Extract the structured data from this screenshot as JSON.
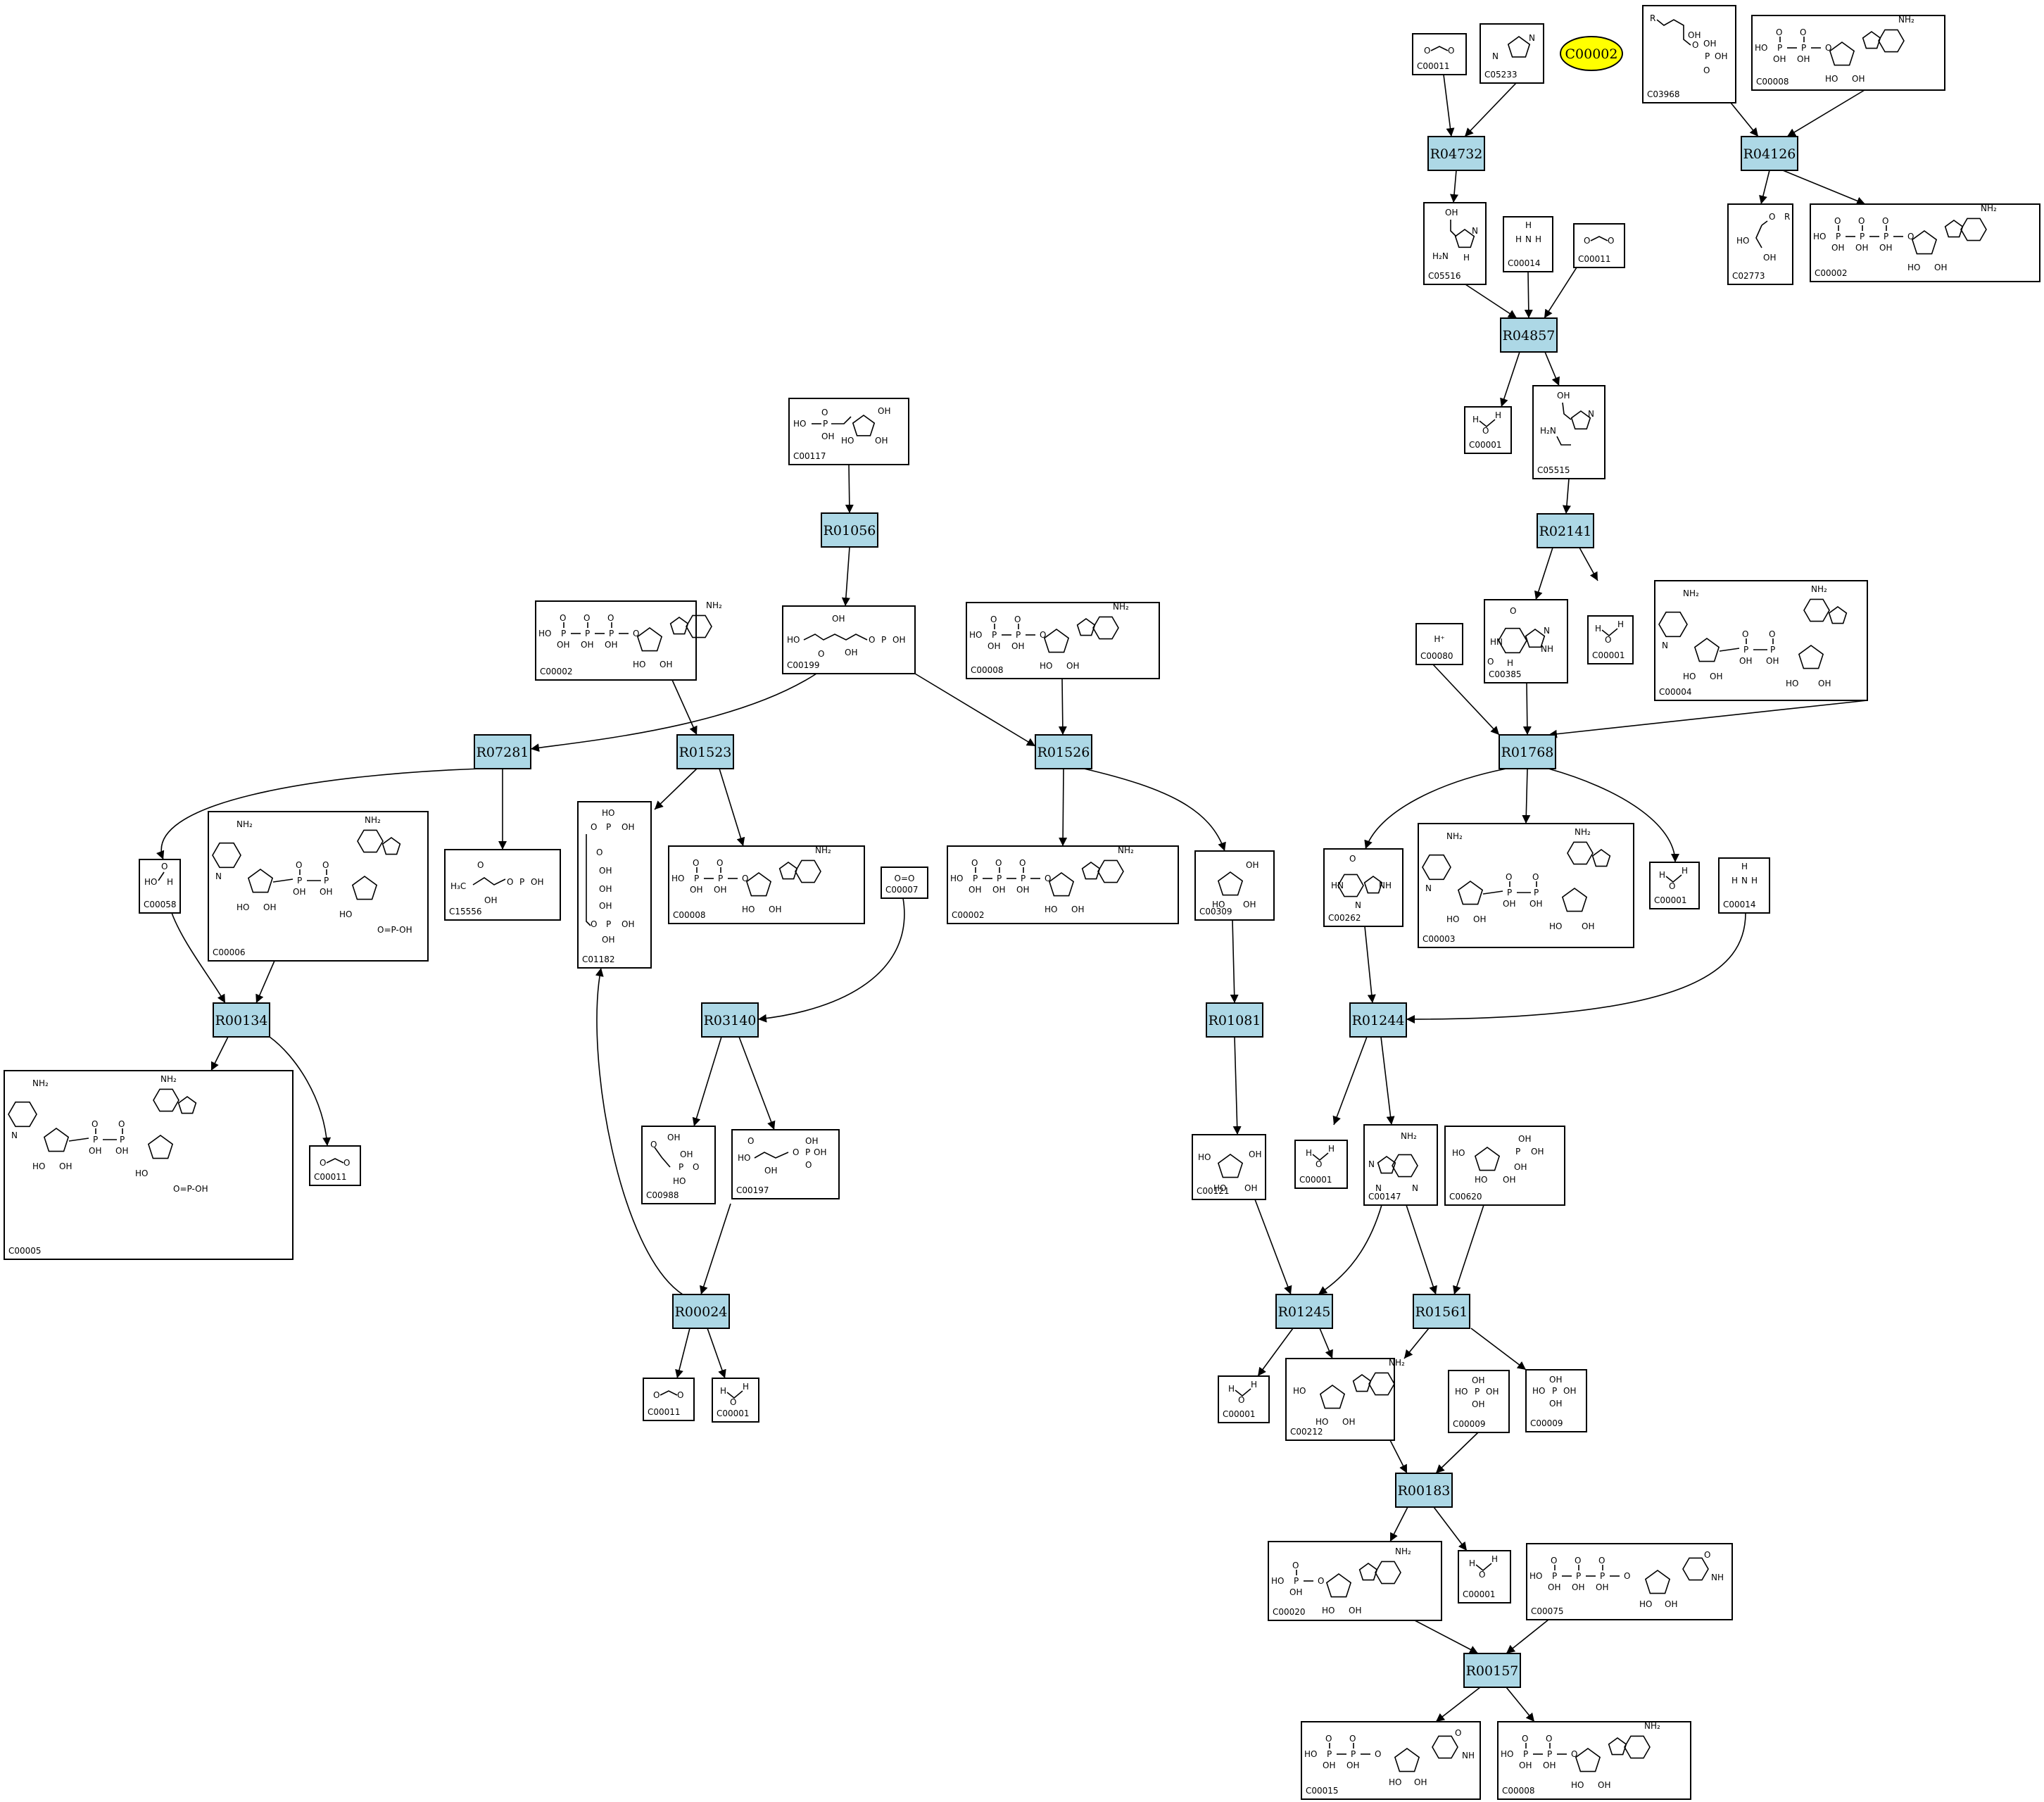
{
  "highlight": {
    "label": "C00002"
  },
  "reactions": [
    {
      "id": "R04732"
    },
    {
      "id": "R04126"
    },
    {
      "id": "R04857"
    },
    {
      "id": "R02141"
    },
    {
      "id": "R01056"
    },
    {
      "id": "R01768"
    },
    {
      "id": "R07281"
    },
    {
      "id": "R01523"
    },
    {
      "id": "R01526"
    },
    {
      "id": "R00134"
    },
    {
      "id": "R03140"
    },
    {
      "id": "R01081"
    },
    {
      "id": "R01244"
    },
    {
      "id": "R00024"
    },
    {
      "id": "R01245"
    },
    {
      "id": "R01561"
    },
    {
      "id": "R00183"
    },
    {
      "id": "R00157"
    }
  ],
  "compounds": [
    {
      "id": "C00011",
      "molecule": "co2"
    },
    {
      "id": "C05233",
      "molecule": "imidazole"
    },
    {
      "id": "C03968",
      "molecule": "glycerol-phosphate-r"
    },
    {
      "id": "C00008",
      "molecule": "adp"
    },
    {
      "id": "C05516",
      "molecule": "imidazole-acid"
    },
    {
      "id": "C00014",
      "molecule": "ammonia"
    },
    {
      "id": "C00011",
      "molecule": "co2"
    },
    {
      "id": "C02773",
      "molecule": "glycerol-r"
    },
    {
      "id": "C00002",
      "molecule": "atp"
    },
    {
      "id": "C00001",
      "molecule": "water"
    },
    {
      "id": "C05515",
      "molecule": "imidazole-amide"
    },
    {
      "id": "C00117",
      "molecule": "ribose-phosphate"
    },
    {
      "id": "C00002",
      "molecule": "atp"
    },
    {
      "id": "C00199",
      "molecule": "ribulose-phosphate"
    },
    {
      "id": "C00008",
      "molecule": "adp"
    },
    {
      "id": "C00001",
      "molecule": "water"
    },
    {
      "id": "C00080",
      "molecule": "proton",
      "text": "H⁺"
    },
    {
      "id": "C00385",
      "molecule": "xanthine"
    },
    {
      "id": "C00004",
      "molecule": "nadh"
    },
    {
      "id": "C00058",
      "molecule": "formate"
    },
    {
      "id": "C00006",
      "molecule": "nadp"
    },
    {
      "id": "C15556",
      "molecule": "phosphate-ester",
      "text": "H₃C"
    },
    {
      "id": "C01182",
      "molecule": "ribulose-bisphosphate"
    },
    {
      "id": "C00008",
      "molecule": "adp"
    },
    {
      "id": "C00007",
      "molecule": "oxygen",
      "text": "O=O"
    },
    {
      "id": "C00002",
      "molecule": "atp"
    },
    {
      "id": "C00309",
      "molecule": "ribulose"
    },
    {
      "id": "C00262",
      "molecule": "hypoxanthine"
    },
    {
      "id": "C00003",
      "molecule": "nad"
    },
    {
      "id": "C00001",
      "molecule": "water"
    },
    {
      "id": "C00014",
      "molecule": "ammonia"
    },
    {
      "id": "C00005",
      "molecule": "nadph"
    },
    {
      "id": "C00011",
      "molecule": "co2"
    },
    {
      "id": "C00988",
      "molecule": "phosphoglycolate"
    },
    {
      "id": "C00197",
      "molecule": "phosphoglycerate"
    },
    {
      "id": "C00121",
      "molecule": "ribose"
    },
    {
      "id": "C00001",
      "molecule": "water"
    },
    {
      "id": "C00147",
      "molecule": "adenine"
    },
    {
      "id": "C00620",
      "molecule": "ribose-1-phosphate"
    },
    {
      "id": "C00011",
      "molecule": "co2"
    },
    {
      "id": "C00001",
      "molecule": "water"
    },
    {
      "id": "C00001",
      "molecule": "water"
    },
    {
      "id": "C00212",
      "molecule": "adenosine"
    },
    {
      "id": "C00009",
      "molecule": "phosphate"
    },
    {
      "id": "C00009",
      "molecule": "phosphate"
    },
    {
      "id": "C00020",
      "molecule": "amp"
    },
    {
      "id": "C00001",
      "molecule": "water"
    },
    {
      "id": "C00075",
      "molecule": "utp"
    },
    {
      "id": "C00015",
      "molecule": "udp"
    },
    {
      "id": "C00008",
      "molecule": "adp"
    }
  ],
  "glyphs": {
    "oh": "OH",
    "ho": "HO",
    "h": "H",
    "n": "N",
    "nh": "NH",
    "hn": "HN",
    "nh2": "NH₂",
    "h2n": "H₂N",
    "o": "O",
    "p": "P",
    "r": "R",
    "h2": "H₂",
    "plus": "+"
  }
}
